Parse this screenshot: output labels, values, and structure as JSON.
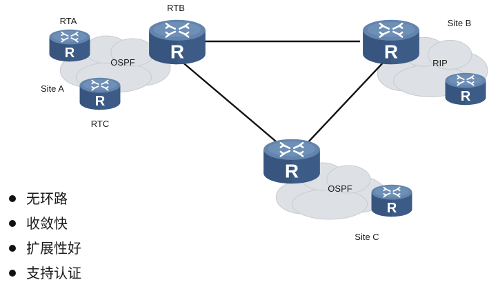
{
  "diagram": {
    "routers": {
      "rta": "RTA",
      "rtb": "RTB",
      "rtc": "RTC",
      "router_glyph": "R"
    },
    "sites": {
      "a": "Site A",
      "b": "Site B",
      "c": "Site C"
    },
    "protocols": {
      "a": "OSPF",
      "b": "RIP",
      "c": "OSPF"
    },
    "icons": [
      "router-icon",
      "cloud-icon",
      "bullet-dot-icon"
    ],
    "colors": {
      "router_top": "#5f7fa6",
      "router_body": "#3c5b86",
      "cloud": "#dfe2e6",
      "link": "#111111"
    }
  },
  "features": [
    "无环路",
    "收敛快",
    "扩展性好",
    "支持认证"
  ]
}
